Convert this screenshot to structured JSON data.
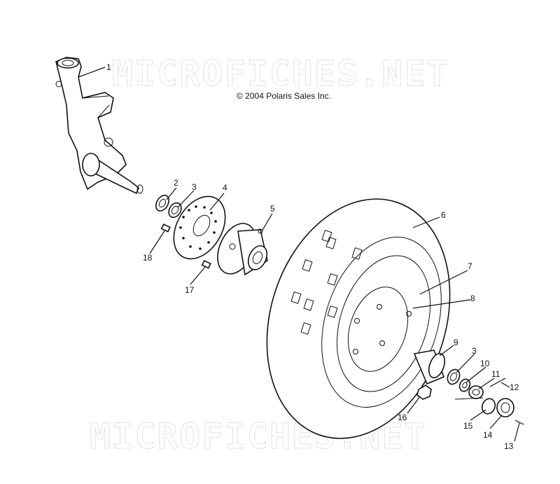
{
  "watermark": "MICROFICHES.NET",
  "copyright": "© 2004 Polaris Sales Inc.",
  "callouts": [
    {
      "id": "1",
      "label": "1"
    },
    {
      "id": "2",
      "label": "2"
    },
    {
      "id": "3a",
      "label": "3"
    },
    {
      "id": "4",
      "label": "4"
    },
    {
      "id": "5",
      "label": "5"
    },
    {
      "id": "6",
      "label": "6"
    },
    {
      "id": "7",
      "label": "7"
    },
    {
      "id": "8",
      "label": "8"
    },
    {
      "id": "9",
      "label": "9"
    },
    {
      "id": "3b",
      "label": "3"
    },
    {
      "id": "10",
      "label": "10"
    },
    {
      "id": "11",
      "label": "11"
    },
    {
      "id": "12",
      "label": "12"
    },
    {
      "id": "13",
      "label": "13"
    },
    {
      "id": "14",
      "label": "14"
    },
    {
      "id": "15",
      "label": "15"
    },
    {
      "id": "16",
      "label": "16"
    },
    {
      "id": "17",
      "label": "17"
    },
    {
      "id": "18",
      "label": "18"
    }
  ]
}
